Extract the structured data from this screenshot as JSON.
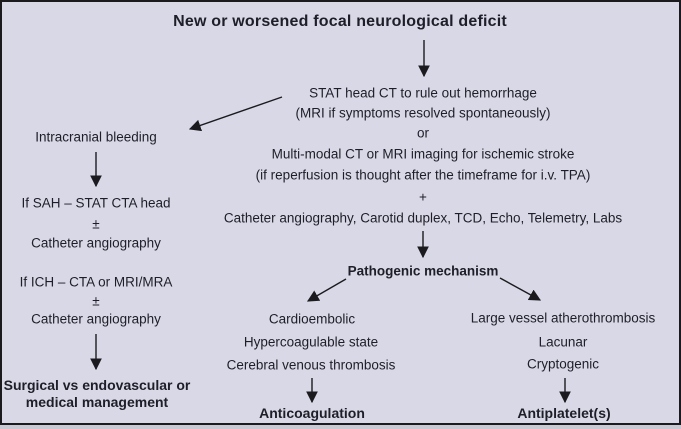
{
  "title": "New or worsened focal neurological deficit",
  "center": {
    "line1": "STAT head CT to rule out hemorrhage",
    "line2": "(MRI if symptoms resolved spontaneously)",
    "line3": "or",
    "line4": "Multi-modal CT or MRI imaging for ischemic stroke",
    "line5": "(if reperfusion is thought after the timeframe for i.v. TPA)",
    "line6": "+",
    "line7": "Catheter angiography, Carotid duplex, TCD, Echo, Telemetry, Labs",
    "mechanism": "Pathogenic mechanism"
  },
  "left_branch": {
    "intracranial": "Intracranial bleeding",
    "sah_line": "If SAH – STAT CTA head",
    "sah_plusminus": "±",
    "sah_angio": "Catheter angiography",
    "ich_line": "If ICH – CTA or MRI/MRA",
    "ich_plusminus": "±",
    "ich_angio": "Catheter angiography",
    "outcome_line1": "Surgical vs endovascular or",
    "outcome_line2": "medical management"
  },
  "cardio_branch": {
    "items": [
      "Cardioembolic",
      "Hypercoagulable state",
      "Cerebral venous thrombosis"
    ],
    "outcome": "Anticoagulation"
  },
  "vessel_branch": {
    "items": [
      "Large vessel atherothrombosis",
      "Lacunar",
      "Cryptogenic"
    ],
    "outcome": "Antiplatelet(s)"
  },
  "colors": {
    "background": "#d9d8e6",
    "border": "#1b1b1f",
    "text": "#1e1e28",
    "arrow": "#1b1b1f"
  }
}
